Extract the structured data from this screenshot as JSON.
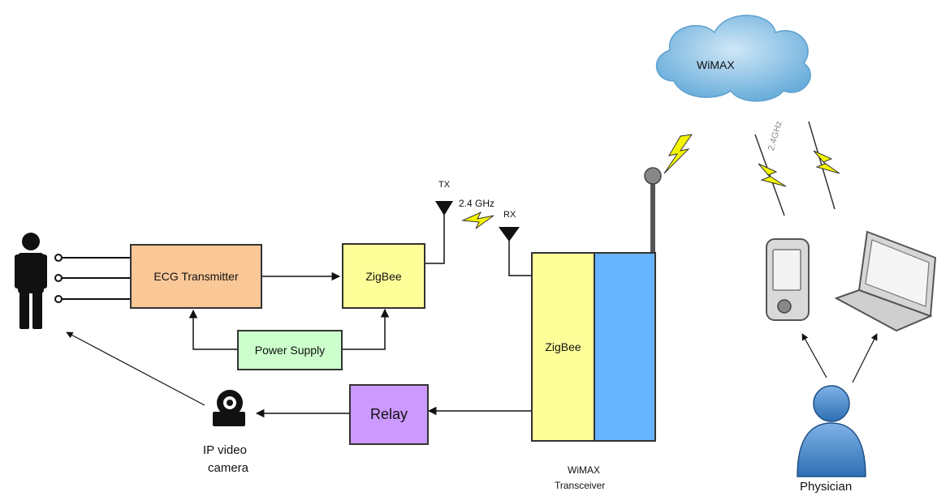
{
  "cloud": {
    "label": "WiMAX"
  },
  "wireless_labels": {
    "radio_freq": "2.4 GHz",
    "cloud_link_freq": "2.4GHz"
  },
  "antennas": {
    "tx": "TX",
    "rx": "RX"
  },
  "blocks": {
    "ecg_transmitter": "ECG Transmitter",
    "zigbee_left": "ZigBee",
    "power_supply": "Power Supply",
    "relay": "Relay",
    "zigbee_transceiver": "ZigBee"
  },
  "captions": {
    "ip_camera_line1": "IP video",
    "ip_camera_line2": "camera",
    "wimax_line1": "WiMAX",
    "wimax_line2": "Transceiver",
    "physician": "Physician"
  },
  "colors": {
    "ecg_fill": "#fac797",
    "zigbee_fill": "#ffff99",
    "power_fill": "#ccffcc",
    "relay_fill": "#cc99ff",
    "wimax_fill": "#66b3ff",
    "cloud_fill": "#8fc3e6",
    "lightning": "#f5f500",
    "user_icon": "#2e6fb5"
  }
}
